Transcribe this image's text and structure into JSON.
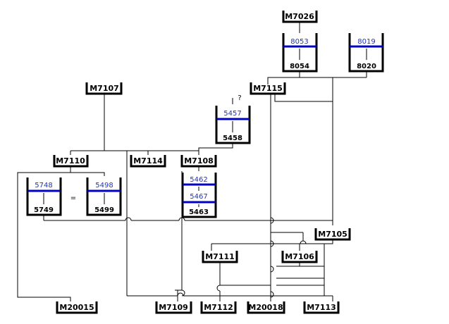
{
  "nodes": {
    "M7026": "M7026",
    "M7107": "M7107",
    "M7115": "M7115",
    "M7110": "M7110",
    "M7114": "M7114",
    "M7108": "M7108",
    "M7105": "M7105",
    "M7111": "M7111",
    "M7106": "M7106",
    "M20015": "M20015",
    "M7109": "M7109",
    "M7112": "M7112",
    "M20018": "M20018",
    "M7113": "M7113"
  },
  "containers": {
    "c8053": {
      "top": "8053",
      "bottom": "8054"
    },
    "c8019": {
      "top": "8019",
      "bottom": "8020"
    },
    "c5457": {
      "top": "5457",
      "bottom": "5458"
    },
    "c5748": {
      "top": "5748",
      "bottom": "5749"
    },
    "c5498": {
      "top": "5498",
      "bottom": "5499"
    },
    "c5462": {
      "top": "5462",
      "mid": "5467",
      "bottom": "5463"
    }
  },
  "annotations": {
    "question": "?",
    "equals": "="
  },
  "colors": {
    "line": "#000000",
    "container_bar": "#0000c0",
    "container_number": "#1e32c8"
  }
}
